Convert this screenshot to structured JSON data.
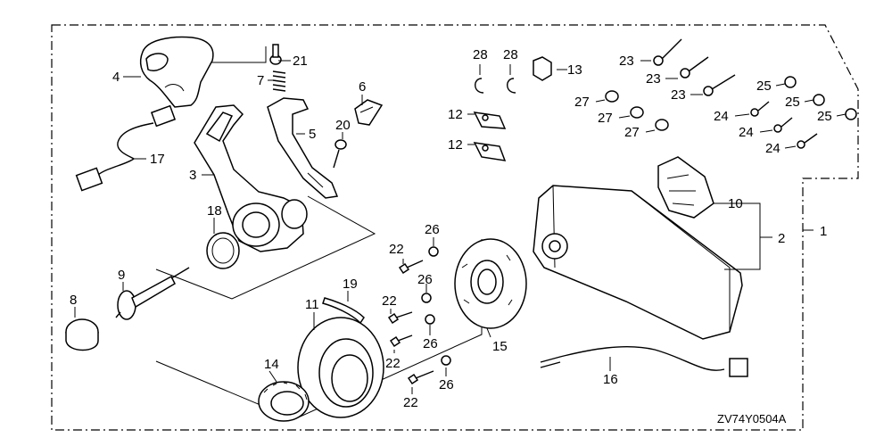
{
  "diagram": {
    "code": "ZV74Y0504A",
    "callouts": [
      {
        "id": "c1",
        "text": "1"
      },
      {
        "id": "c2",
        "text": "2"
      },
      {
        "id": "c3",
        "text": "3"
      },
      {
        "id": "c4",
        "text": "4"
      },
      {
        "id": "c5",
        "text": "5"
      },
      {
        "id": "c6",
        "text": "6"
      },
      {
        "id": "c7",
        "text": "7"
      },
      {
        "id": "c8",
        "text": "8"
      },
      {
        "id": "c9",
        "text": "9"
      },
      {
        "id": "c10",
        "text": "10"
      },
      {
        "id": "c11",
        "text": "11"
      },
      {
        "id": "c12a",
        "text": "12"
      },
      {
        "id": "c12b",
        "text": "12"
      },
      {
        "id": "c13",
        "text": "13"
      },
      {
        "id": "c14",
        "text": "14"
      },
      {
        "id": "c15",
        "text": "15"
      },
      {
        "id": "c16",
        "text": "16"
      },
      {
        "id": "c17",
        "text": "17"
      },
      {
        "id": "c18",
        "text": "18"
      },
      {
        "id": "c19",
        "text": "19"
      },
      {
        "id": "c20",
        "text": "20"
      },
      {
        "id": "c21",
        "text": "21"
      },
      {
        "id": "c22a",
        "text": "22"
      },
      {
        "id": "c22b",
        "text": "22"
      },
      {
        "id": "c22c",
        "text": "22"
      },
      {
        "id": "c22d",
        "text": "22"
      },
      {
        "id": "c23a",
        "text": "23"
      },
      {
        "id": "c23b",
        "text": "23"
      },
      {
        "id": "c23c",
        "text": "23"
      },
      {
        "id": "c24a",
        "text": "24"
      },
      {
        "id": "c24b",
        "text": "24"
      },
      {
        "id": "c24c",
        "text": "24"
      },
      {
        "id": "c25a",
        "text": "25"
      },
      {
        "id": "c25b",
        "text": "25"
      },
      {
        "id": "c25c",
        "text": "25"
      },
      {
        "id": "c26a",
        "text": "26"
      },
      {
        "id": "c26b",
        "text": "26"
      },
      {
        "id": "c26c",
        "text": "26"
      },
      {
        "id": "c26d",
        "text": "26"
      },
      {
        "id": "c27a",
        "text": "27"
      },
      {
        "id": "c27b",
        "text": "27"
      },
      {
        "id": "c27c",
        "text": "27"
      },
      {
        "id": "c28a",
        "text": "28"
      },
      {
        "id": "c28b",
        "text": "28"
      }
    ]
  }
}
